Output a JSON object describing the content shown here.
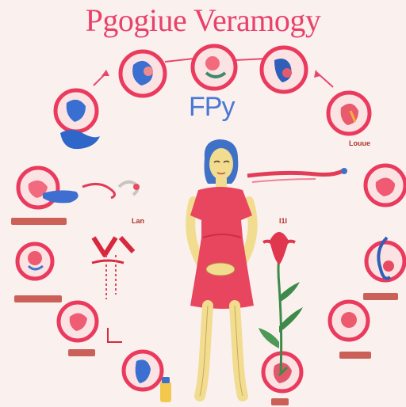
{
  "title": "Pgogiue Veramogy",
  "center_label": "FPy",
  "captions": {
    "c1": "Louue",
    "c2": "Lan",
    "c3": "I1I"
  },
  "colors": {
    "title": "#e8426a",
    "ring": "#ea3b5e",
    "disc_fill": "#fbe3e3",
    "dress": "#e8455e",
    "hair": "#3f72c6",
    "skin": "#f1dc8f",
    "center_label": "#4a78d4",
    "leaf": "#3e8a4a"
  }
}
